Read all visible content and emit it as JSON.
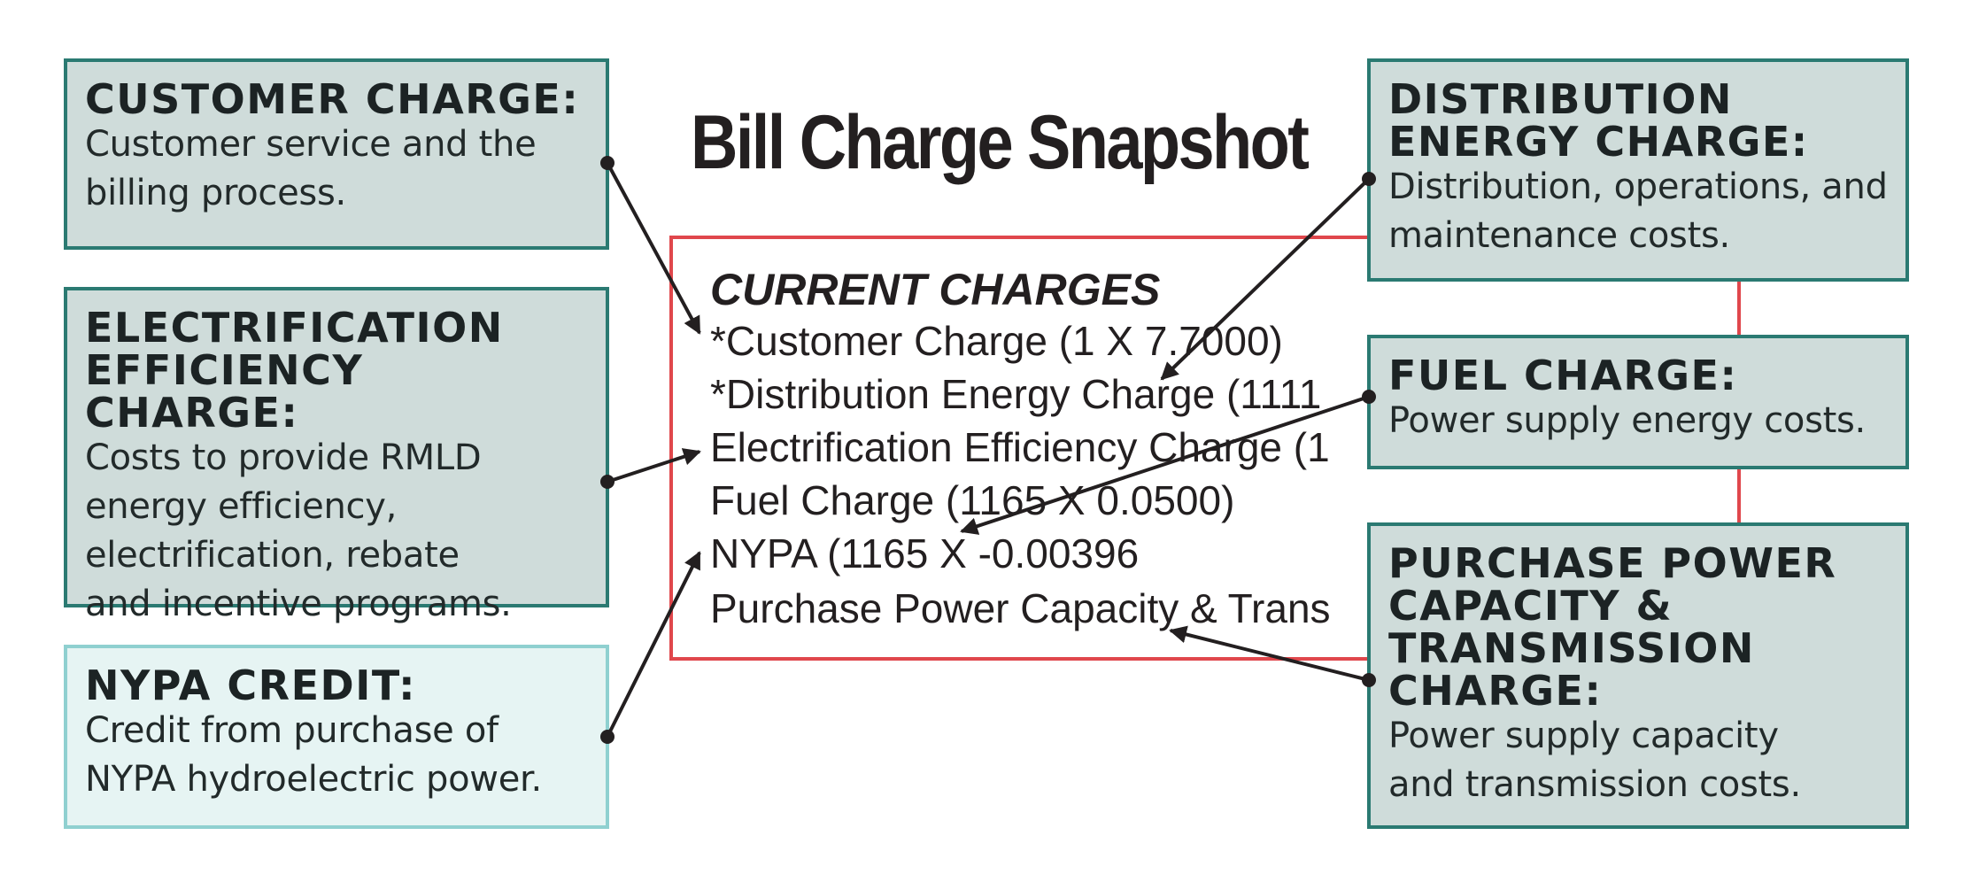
{
  "title": "Bill Charge Snapshot",
  "bill": {
    "heading": "CURRENT CHARGES",
    "lines": [
      "*Customer Charge (1 X 7.7000)",
      "*Distribution Energy Charge (1111",
      "Electrification Efficiency Charge (1",
      "Fuel Charge (1165 X 0.0500)",
      "NYPA (1165 X -0.00396",
      "Purchase Power Capacity & Trans"
    ]
  },
  "callouts": {
    "customer": {
      "heading": "CUSTOMER CHARGE:",
      "desc": "Customer service and the\nbilling process."
    },
    "electrification": {
      "heading": "ELECTRIFICATION\nEFFICIENCY CHARGE:",
      "desc": "Costs to provide RMLD\nenergy efficiency,\nelectrification, rebate\nand incentive programs."
    },
    "nypa": {
      "heading": "NYPA CREDIT:",
      "desc": "Credit from purchase of\nNYPA hydroelectric power."
    },
    "distribution": {
      "heading": "DISTRIBUTION\nENERGY CHARGE:",
      "desc": "Distribution, operations, and\nmaintenance costs."
    },
    "fuel": {
      "heading": "FUEL CHARGE:",
      "desc": "Power supply energy costs."
    },
    "purchase_power": {
      "heading": "PURCHASE POWER\nCAPACITY &\nTRANSMISSION\nCHARGE:",
      "desc": "Power supply capacity\nand transmission costs."
    }
  },
  "colors": {
    "callout_fill": "#cfdcda",
    "callout_border": "#2b7a72",
    "credit_fill": "#e6f4f3",
    "credit_border": "#8fd0d0",
    "bill_border": "#e0474c",
    "text": "#231f20"
  }
}
